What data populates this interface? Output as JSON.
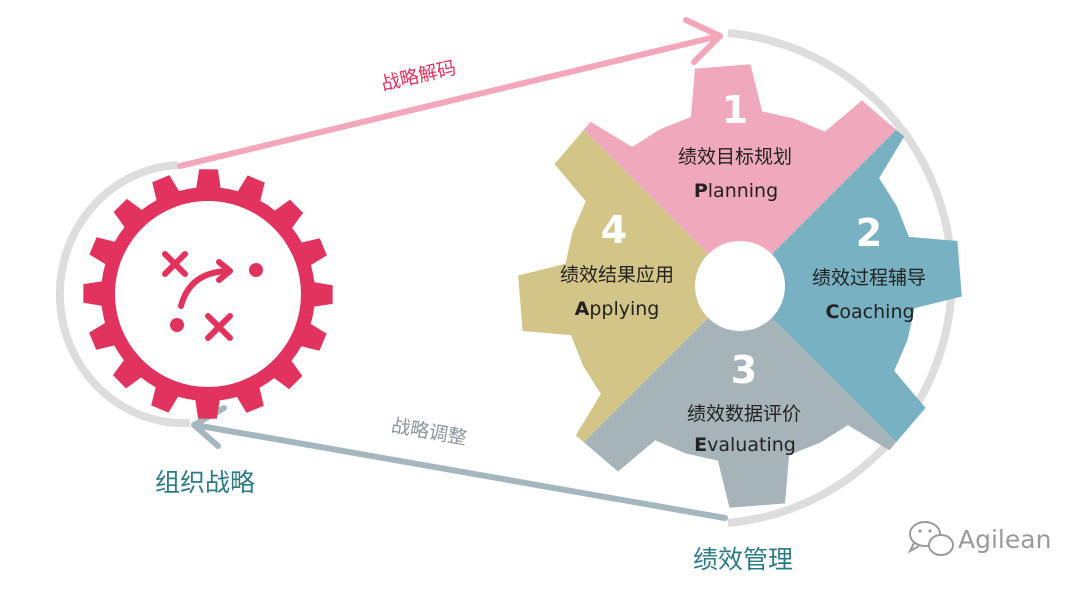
{
  "colors": {
    "pink": "#F0A9BC",
    "teal": "#77B1C2",
    "gray": "#A6B3B8",
    "olive": "#D3C488",
    "crimson": "#E2335F",
    "loop": "#DDDDDD",
    "arrow_top": "#F4A6BA",
    "arrow_bottom": "#A5B7BE",
    "label_teal": "#2E7B87"
  },
  "left_gear": {
    "title": "组织战略",
    "icon": "strategy-play-icon"
  },
  "arrows": {
    "top_label": "战略解码",
    "bottom_label": "战略调整"
  },
  "right_gear": {
    "title": "绩效管理",
    "segments": [
      {
        "number": "1",
        "label": "绩效目标规划",
        "en_initial": "P",
        "en_rest": "lanning",
        "color": "#F0A9BC"
      },
      {
        "number": "2",
        "label": "绩效过程辅导",
        "en_initial": "C",
        "en_rest": "oaching",
        "color": "#77B1C2"
      },
      {
        "number": "3",
        "label": "绩效数据评价",
        "en_initial": "E",
        "en_rest": "valuating",
        "color": "#A6B3B8"
      },
      {
        "number": "4",
        "label": "绩效结果应用",
        "en_initial": "A",
        "en_rest": "pplying",
        "color": "#D3C488"
      }
    ]
  },
  "watermark": {
    "text": "Agilean",
    "icon": "wechat-icon"
  }
}
